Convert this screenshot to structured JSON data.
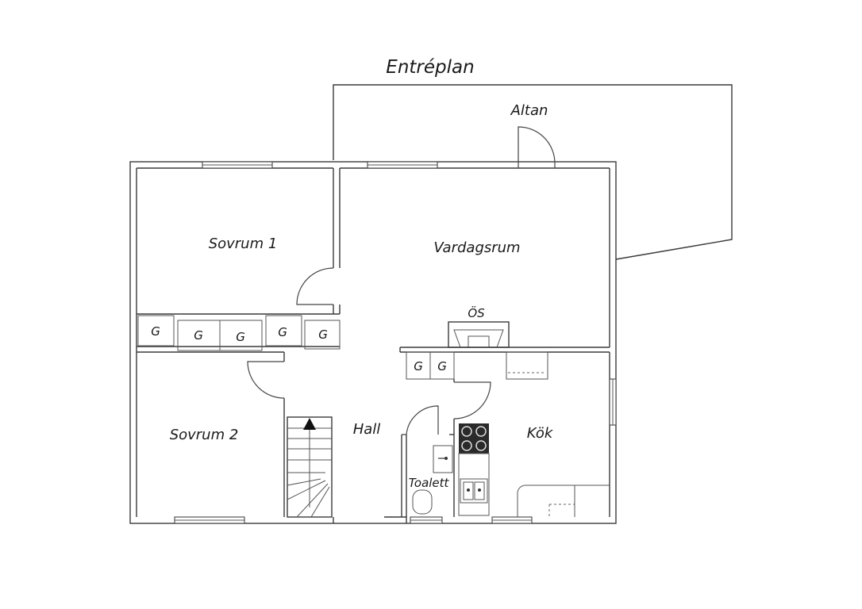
{
  "plan": {
    "title": "Entréplan",
    "rooms": {
      "altan": "Altan",
      "sovrum1": "Sovrum 1",
      "vardagsrum": "Vardagsrum",
      "os": "ÖS",
      "sovrum2": "Sovrum 2",
      "hall": "Hall",
      "kok": "Kök",
      "toalett": "Toalett"
    },
    "wardrobe_label": "G"
  }
}
